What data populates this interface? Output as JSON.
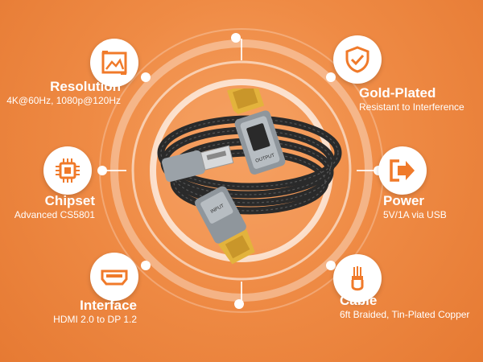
{
  "colors": {
    "background": "#ef8b45",
    "accent": "#f07a2a",
    "ring": "#ffffff",
    "connector_gold": "#e3b33c"
  },
  "features": {
    "resolution": {
      "title": "Resolution",
      "sub": "4K@60Hz, 1080p@120Hz",
      "icon": "picture-resolution-icon"
    },
    "chipset": {
      "title": "Chipset",
      "sub": "Advanced CS5801",
      "icon": "chip-icon"
    },
    "interface": {
      "title": "Interface",
      "sub": "HDMI 2.0 to DP 1.2",
      "icon": "hdmi-port-icon"
    },
    "gold": {
      "title": "Gold-Plated",
      "sub": "Resistant to Interference",
      "icon": "shield-check-icon"
    },
    "power": {
      "title": "Power",
      "sub": "5V/1A via USB",
      "icon": "power-arrow-icon"
    },
    "cable": {
      "title": "Cable",
      "sub": "6ft Braided, Tin-Plated Copper",
      "icon": "copper-wire-icon"
    }
  },
  "product": {
    "dp_connector_label": "OUTPUT",
    "hdmi_connector_label": "INPUT"
  }
}
